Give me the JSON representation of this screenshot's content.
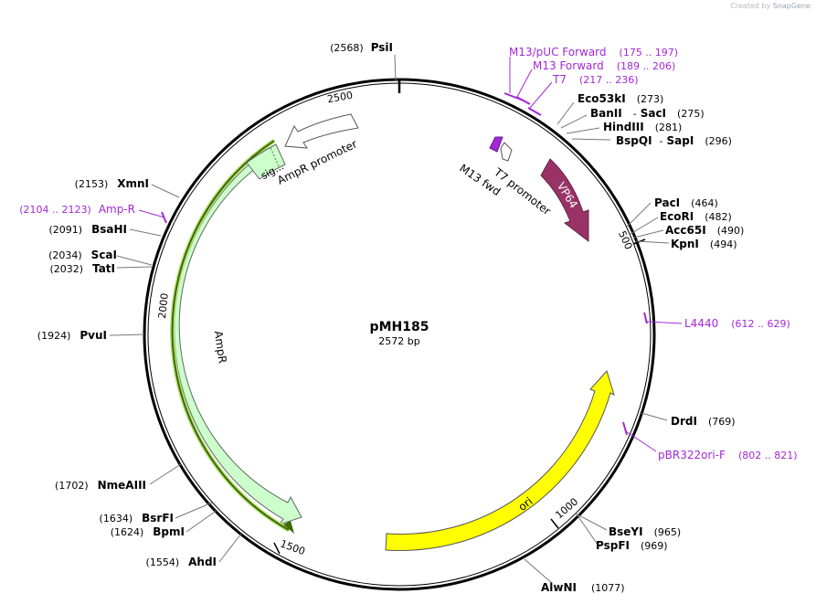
{
  "credit": {
    "text": "Created by",
    "brand": "SnapGene"
  },
  "plasmid": {
    "name": "pMH185",
    "length": "2572 bp"
  },
  "colors": {
    "primer": "#a328d6",
    "ori": "#ffff00",
    "ampr": "#ccffcc",
    "vp64": "#993366",
    "backbone": "#000000"
  },
  "ticks": [
    "2500",
    "500",
    "1000",
    "1500",
    "2000"
  ],
  "sites": [
    {
      "name": "PsiI",
      "pos": "(2568)"
    },
    {
      "name": "Eco53kI",
      "pos": "(273)"
    },
    {
      "name": "BanII",
      "sep": "-",
      "name2": "SacI",
      "pos": "(275)"
    },
    {
      "name": "HindIII",
      "pos": "(281)"
    },
    {
      "name": "BspQI",
      "sep": "-",
      "name2": "SapI",
      "pos": "(296)"
    },
    {
      "name": "PacI",
      "pos": "(464)"
    },
    {
      "name": "EcoRI",
      "pos": "(482)"
    },
    {
      "name": "Acc65I",
      "pos": "(490)"
    },
    {
      "name": "KpnI",
      "pos": "(494)"
    },
    {
      "name": "DrdI",
      "pos": "(769)"
    },
    {
      "name": "BseYI",
      "pos": "(965)"
    },
    {
      "name": "PspFI",
      "pos": "(969)"
    },
    {
      "name": "AlwNI",
      "pos": "(1077)"
    },
    {
      "name": "AhdI",
      "pos": "(1554)"
    },
    {
      "name": "BpmI",
      "pos": "(1624)"
    },
    {
      "name": "BsrFI",
      "pos": "(1634)"
    },
    {
      "name": "NmeAIII",
      "pos": "(1702)"
    },
    {
      "name": "PvuI",
      "pos": "(1924)"
    },
    {
      "name": "TatI",
      "pos": "(2032)"
    },
    {
      "name": "ScaI",
      "pos": "(2034)"
    },
    {
      "name": "BsaHI",
      "pos": "(2091)"
    },
    {
      "name": "XmnI",
      "pos": "(2153)"
    }
  ],
  "primers": [
    {
      "name": "M13/pUC Forward",
      "range": "(175 .. 197)"
    },
    {
      "name": "M13 Forward",
      "range": "(189 .. 206)"
    },
    {
      "name": "T7",
      "range": "(217 .. 236)"
    },
    {
      "name": "L4440",
      "range": "(612 .. 629)"
    },
    {
      "name": "pBR322ori-F",
      "range": "(802 .. 821)"
    },
    {
      "name": "Amp-R",
      "range": "(2104 .. 2123)"
    }
  ],
  "features": {
    "ampr_promoter": "AmpR promoter",
    "sig": "sig...",
    "ampr": "AmpR",
    "ori": "ori",
    "vp64": "VP64",
    "t7_promoter": "T7 promoter",
    "m13_fwd": "M13 fwd"
  }
}
